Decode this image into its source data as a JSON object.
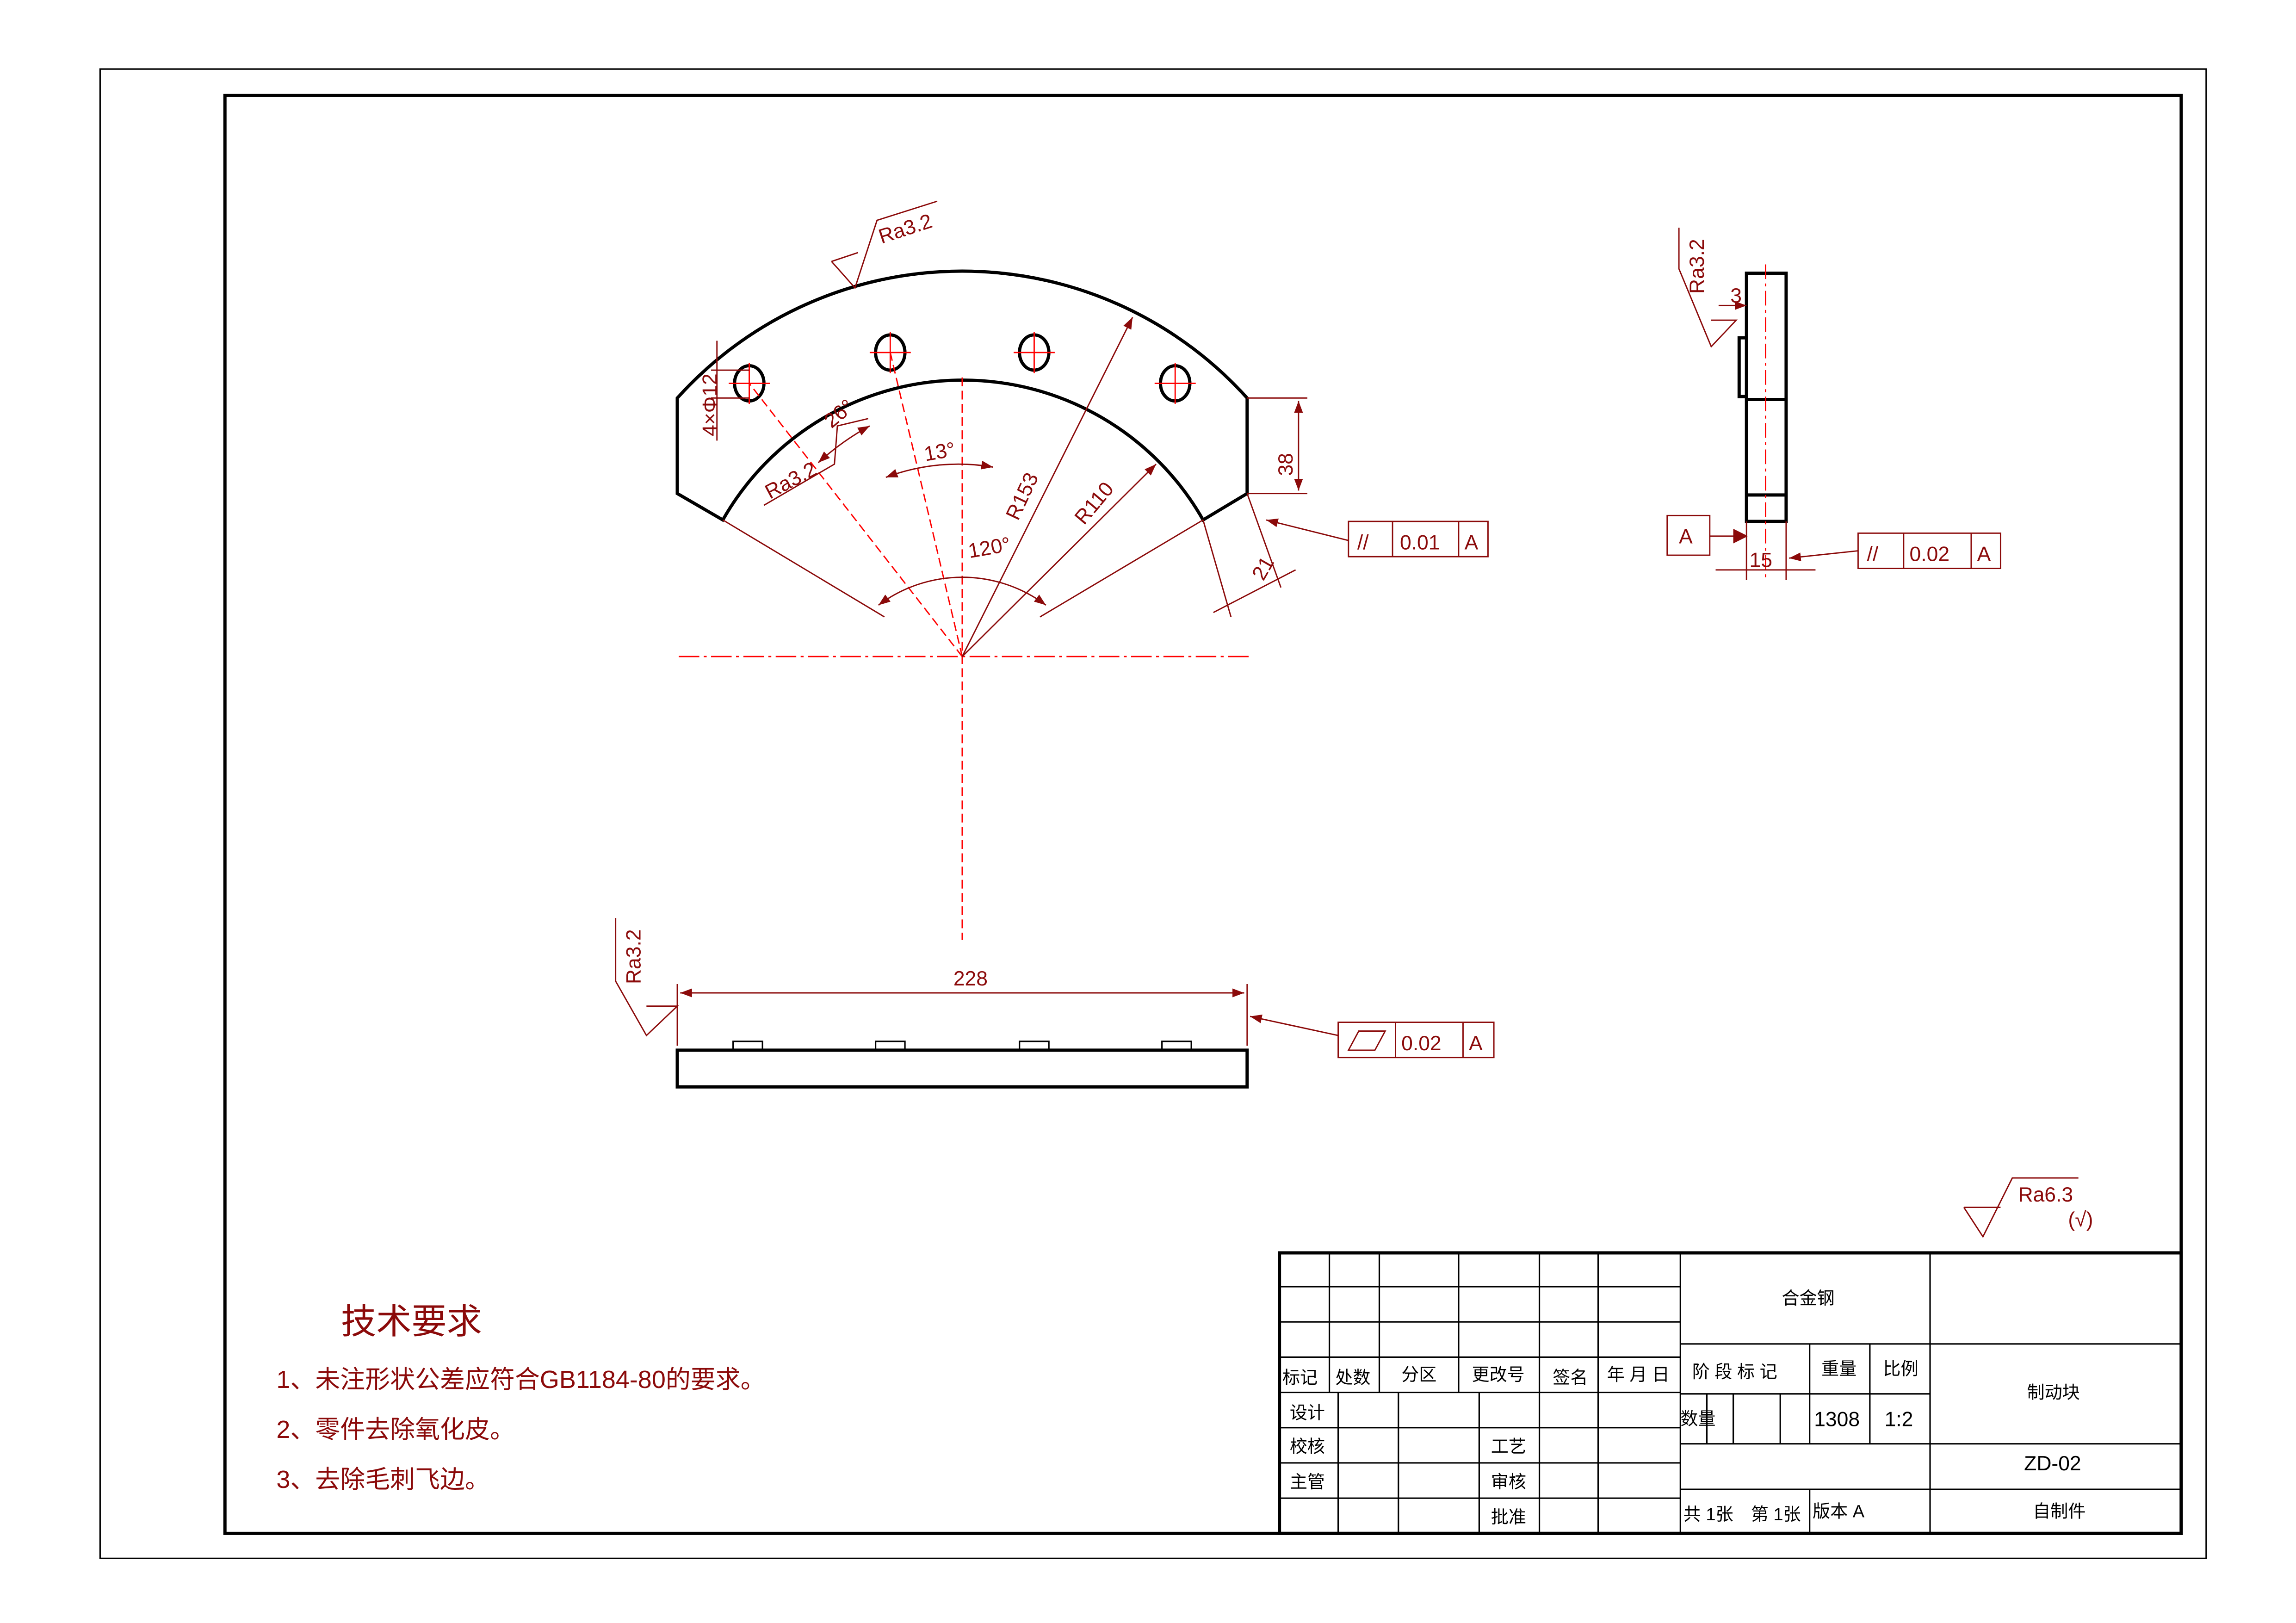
{
  "front_view": {
    "roughness_top": "Ra3.2",
    "roughness_inner": "Ra3.2",
    "hole_callout": "4×Φ12",
    "angle_hole": "26°",
    "angle_13": "13°",
    "angle_120": "120°",
    "radius_outer": "R153",
    "radius_inner": "R110",
    "height_38": "38",
    "width_21": "21",
    "tolerance": {
      "symbol": "//",
      "value": "0.01",
      "datum": "A"
    }
  },
  "side_view": {
    "roughness": "Ra3.2",
    "dim_3": "3",
    "dim_15": "15",
    "datum": "A",
    "tolerance": {
      "symbol": "//",
      "value": "0.02",
      "datum": "A"
    }
  },
  "bottom_view": {
    "roughness": "Ra3.2",
    "length": "228",
    "tolerance": {
      "symbol": "▱",
      "value": "0.02",
      "datum": "A"
    }
  },
  "general_roughness": {
    "value": "Ra6.3",
    "note": "(√)"
  },
  "tech_requirements": {
    "title": "技术要求",
    "items": [
      "1、未注形状公差应符合GB1184-80的要求。",
      "2、零件去除氧化皮。",
      "3、去除毛刺飞边。"
    ]
  },
  "title_block": {
    "headers": [
      "标记",
      "处数",
      "分区",
      "更改号",
      "签名",
      "年 月 日"
    ],
    "roles": [
      "设计",
      "校核",
      "主管"
    ],
    "roles2": [
      "工艺",
      "审核",
      "批准"
    ],
    "material": "合金钢",
    "stage_mark": "阶 段 标 记",
    "weight_label": "重量",
    "scale_label": "比例",
    "quantity_label": "数量",
    "weight": "1308",
    "scale": "1:2",
    "part_name": "制动块",
    "drawing_no": "ZD-02",
    "sheets": "共 1张",
    "sheet_no": "第 1张",
    "version": "版本 A",
    "source": "自制件"
  }
}
